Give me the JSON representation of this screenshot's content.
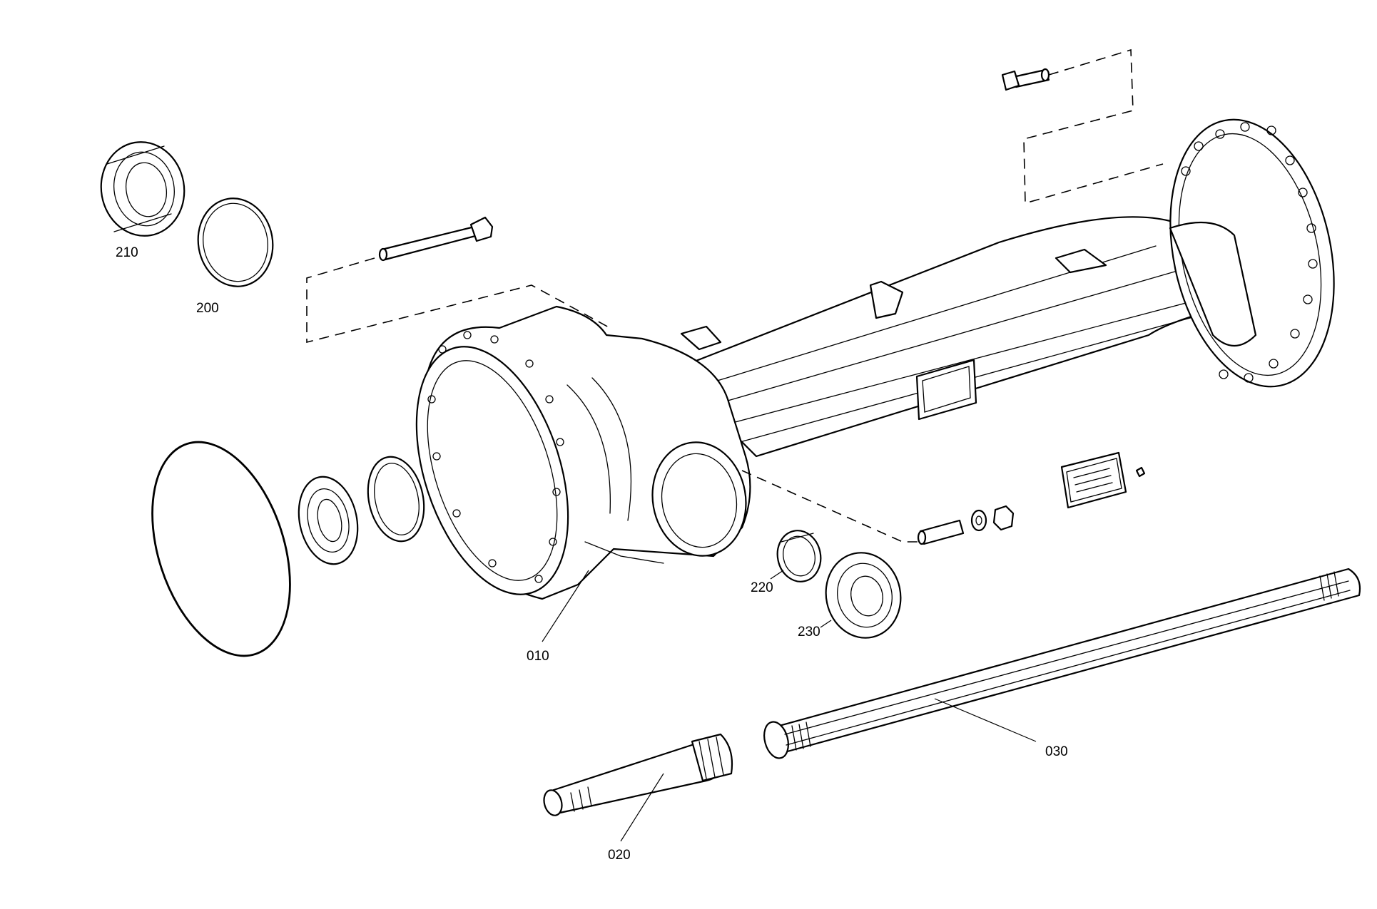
{
  "diagram": {
    "callouts": [
      {
        "id": "010",
        "text": "010"
      },
      {
        "id": "020",
        "text": "020"
      },
      {
        "id": "030",
        "text": "030"
      },
      {
        "id": "200",
        "text": "200"
      },
      {
        "id": "210",
        "text": "210"
      },
      {
        "id": "220",
        "text": "220"
      },
      {
        "id": "230",
        "text": "230"
      }
    ]
  }
}
